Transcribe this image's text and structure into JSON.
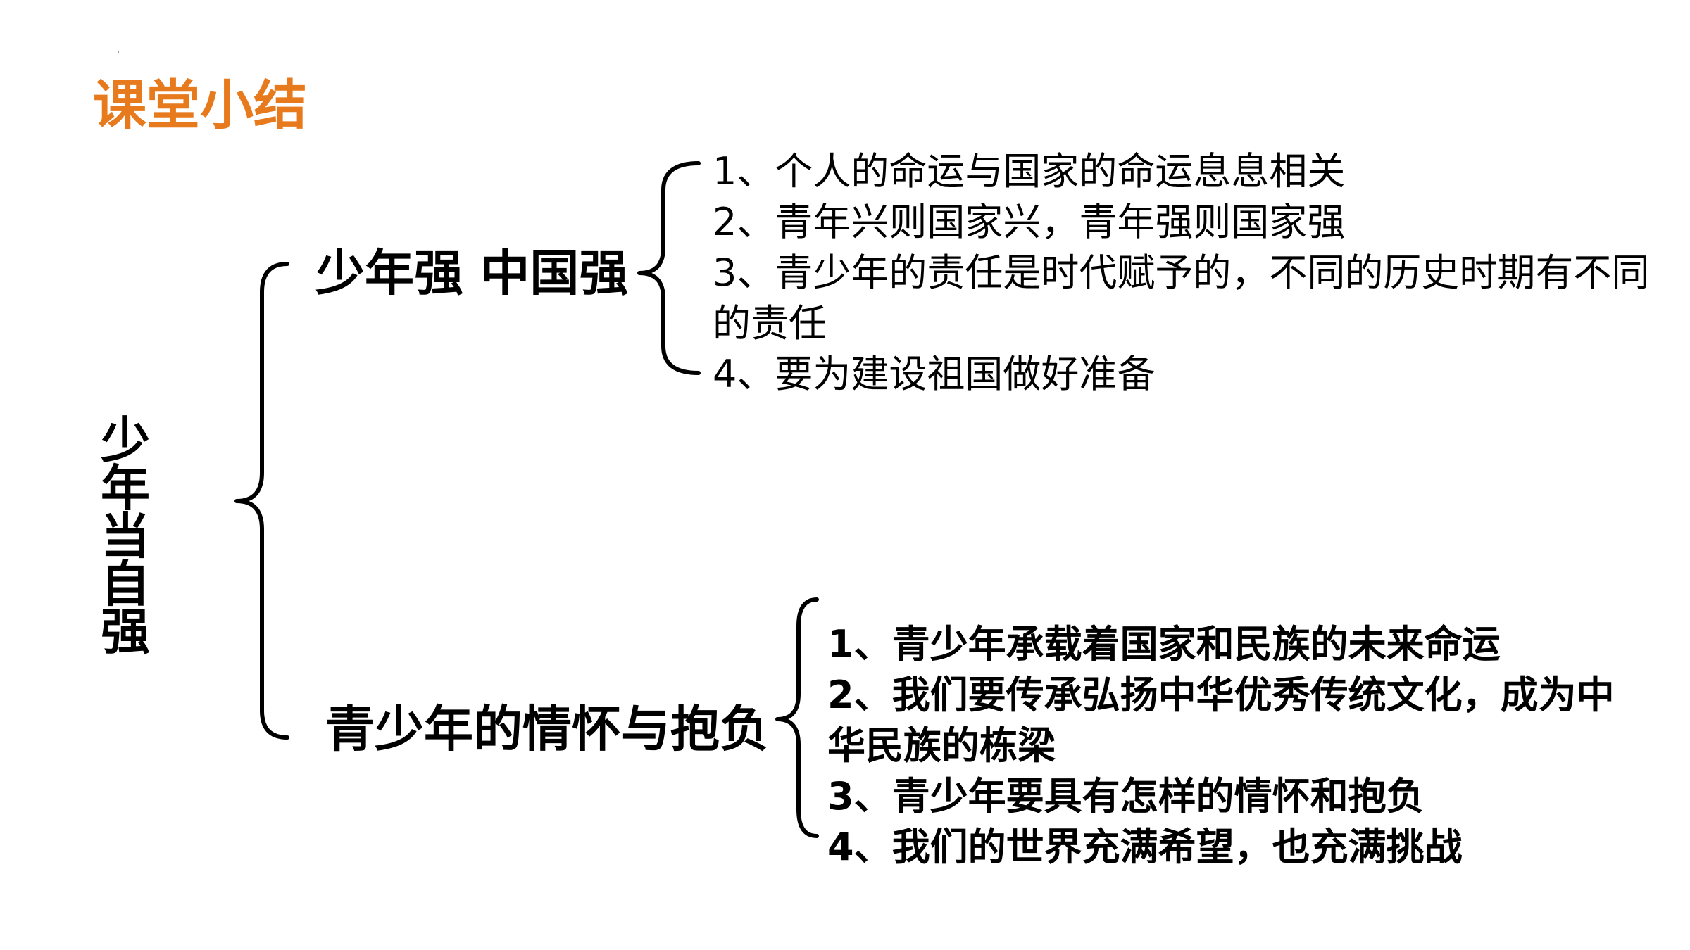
{
  "slide": {
    "title": "课堂小结",
    "title_color": "#E87A1E",
    "text_color": "#000000",
    "root": {
      "chars": [
        "少",
        "年",
        "当",
        "自",
        "强"
      ]
    },
    "branches": [
      {
        "label": "少年强  中国强",
        "items": [
          "1、个人的命运与国家的命运息息相关",
          "2、青年兴则国家兴，青年强则国家强",
          "3、青少年的责任是时代赋予的，不同的历史时期有不同的责任",
          "4、要为建设祖国做好准备"
        ]
      },
      {
        "label": "青少年的情怀与抱负",
        "items": [
          "1、青少年承载着国家和民族的未来命运",
          "2、我们要传承弘扬中华优秀传统文化，成为中华民族的栋梁",
          "3、青少年要具有怎样的情怀和抱负",
          "4、我们的世界充满希望，也充满挑战"
        ]
      }
    ]
  }
}
